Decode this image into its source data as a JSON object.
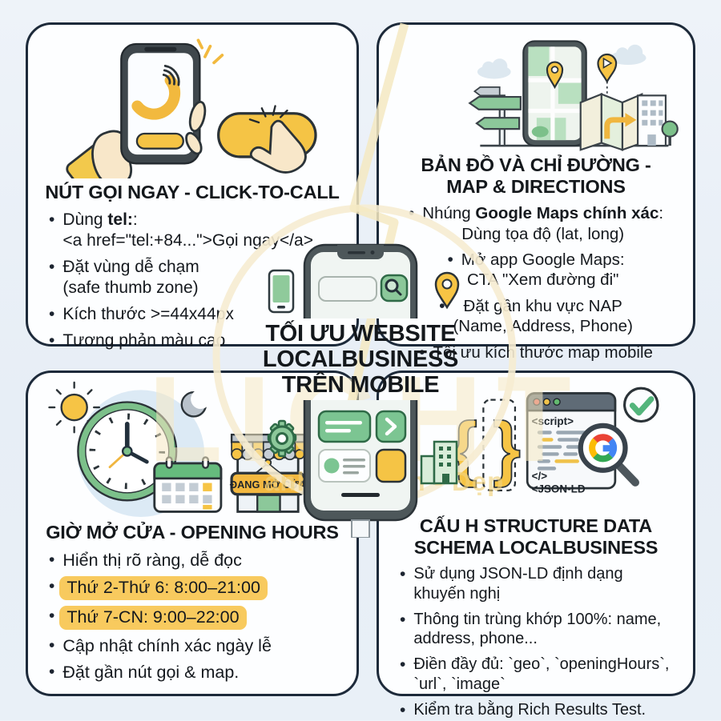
{
  "page": {
    "background": "#e9f0f7",
    "card_background": "#fdfeff",
    "card_border": "#1d2a3a",
    "accent_yellow": "#f5c445",
    "accent_green": "#7cc592",
    "highlight_yellow": "#f8ca5e"
  },
  "center": {
    "title": "TỐI ƯU WEBSITE\nLOCALBUSINESS\nTRÊN MOBILE"
  },
  "watermark": {
    "letters": "LIGHT",
    "tagline": "anh - Chuẩn - Đẹp"
  },
  "cards": {
    "click_to_call": {
      "title": "NÚT GỌI NGAY - CLICK-TO-CALL",
      "bullets": [
        {
          "segments": [
            {
              "text": "Dùng "
            },
            {
              "text": "tel:",
              "bold": true
            },
            {
              "text": ":\n<a href=\"tel:+84...\">Gọi ngay</a>"
            }
          ]
        },
        {
          "segments": [
            {
              "text": "Đặt vùng dễ chạm\n(safe thumb zone)"
            }
          ]
        },
        {
          "segments": [
            {
              "text": "Kích thước >=44x44px"
            }
          ]
        },
        {
          "segments": [
            {
              "text": "Tương phản màu cao"
            }
          ]
        }
      ]
    },
    "map_directions": {
      "title": "BẢN ĐỒ VÀ CHỈ ĐƯỜNG -\nMAP & DIRECTIONS",
      "bullets": [
        {
          "segments": [
            {
              "text": "Nhúng "
            },
            {
              "text": "Google Maps chính xác",
              "bold": true
            },
            {
              "text": ":\nDùng tọa độ (lat, long)"
            }
          ]
        },
        {
          "segments": [
            {
              "text": "Mở app Google Maps:\nCTA \"Xem đường đi\""
            }
          ]
        },
        {
          "segments": [
            {
              "text": "Đặt gần khu vực NAP\n(Name, Address, Phone)"
            }
          ]
        },
        {
          "segments": [
            {
              "text": "Tối ưu kích thước map mobile"
            }
          ]
        }
      ]
    },
    "opening_hours": {
      "title": "GIỜ MỞ CỬA - OPENING HOURS",
      "bullets": [
        {
          "segments": [
            {
              "text": "Hiển thị rõ ràng, dễ đọc"
            }
          ]
        },
        {
          "highlight": true,
          "segments": [
            {
              "text": "Thứ 2-Thứ 6: 8:00–21:00"
            }
          ]
        },
        {
          "highlight": true,
          "segments": [
            {
              "text": "Thứ 7-CN: 9:00–22:00"
            }
          ]
        },
        {
          "segments": [
            {
              "text": "Cập nhật chính xác ngày lễ"
            }
          ]
        },
        {
          "segments": [
            {
              "text": "Đặt gần nút gọi & map."
            }
          ]
        }
      ]
    },
    "structured_data": {
      "title": "CẤU H STRUCTURE DATA\nSCHEMA LOCALBUSINESS",
      "bullets": [
        {
          "segments": [
            {
              "text": "Sử dụng JSON-LD định dạng khuyến nghị"
            }
          ]
        },
        {
          "segments": [
            {
              "text": "Thông tin trùng khớp 100%: name,\naddress, phone..."
            }
          ]
        },
        {
          "segments": [
            {
              "text": "Điền đầy đủ: `geo`, `openingHours`,\n`url`, `image`"
            }
          ]
        },
        {
          "segments": [
            {
              "text": "Kiểm tra bằng Rich Results Test."
            }
          ]
        }
      ]
    }
  },
  "illustrations": {
    "opening_sign_label": "ĐANG MỞ CỬA",
    "code_script_tag": "<script>",
    "code_close_tag": "</>",
    "code_jsonld_label": "<JSON-LD",
    "brace_left": "{",
    "brace_right": "}"
  }
}
